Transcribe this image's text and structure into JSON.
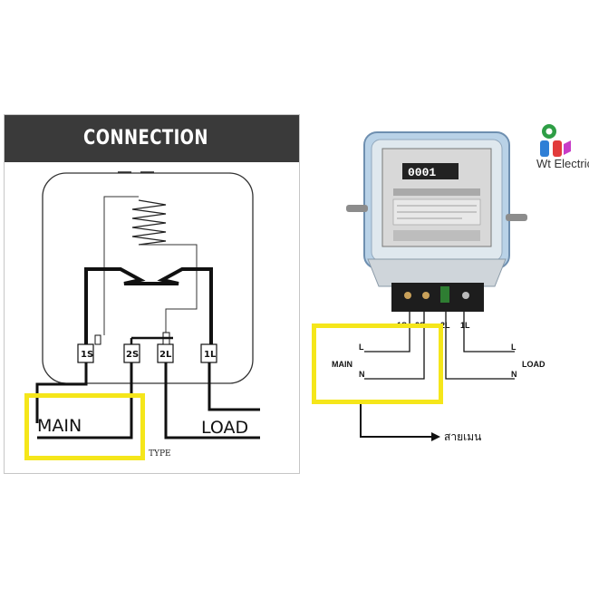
{
  "left_panel": {
    "title": "CONNECTION DIAGRAMS",
    "terminals": [
      "1S",
      "2S",
      "2L",
      "1L"
    ],
    "main_label": "MAIN",
    "load_label": "LOAD",
    "type_text": "TYPE",
    "highlight_color": "#f5e61a"
  },
  "brand": {
    "name": "Wt Electric",
    "icon": "gear-and-tools-logo-icon",
    "colors": [
      "#2e9e45",
      "#e23b3b",
      "#2f7fd6",
      "#c83cc7"
    ]
  },
  "meter": {
    "display_digits": "0001",
    "terminal_labels": [
      "1S",
      "2S",
      "2L",
      "1L"
    ],
    "main_label": "MAIN",
    "load_label": "LOAD",
    "line_labels": [
      "L",
      "N",
      "L",
      "N"
    ],
    "arrow_label": "สายเมน",
    "highlight_color": "#f5e61a"
  }
}
